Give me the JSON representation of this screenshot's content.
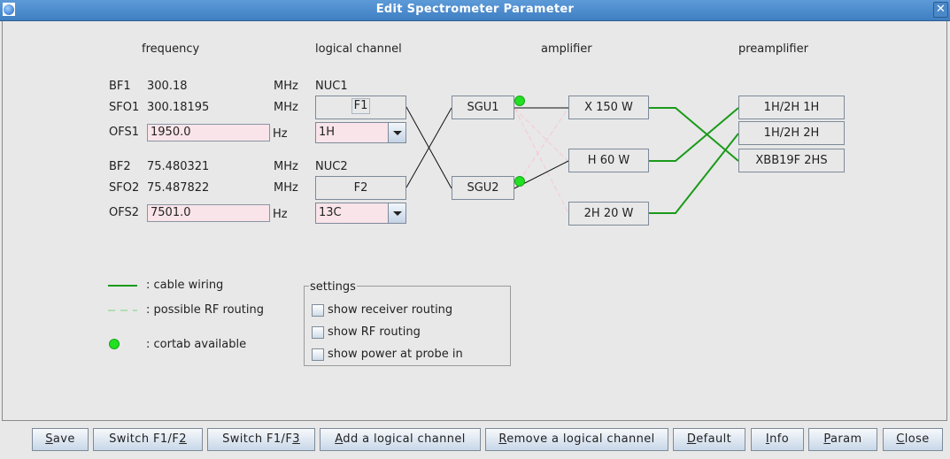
{
  "window": {
    "title": "Edit Spectrometer Parameter",
    "icon": "app-globe-icon",
    "close_icon": "close-icon"
  },
  "headers": {
    "frequency": "frequency",
    "logical_channel": "logical channel",
    "amplifier": "amplifier",
    "preamplifier": "preamplifier"
  },
  "channels": [
    {
      "bf_label": "BF1",
      "bf_value": "300.18",
      "bf_unit": "MHz",
      "sfo_label": "SFO1",
      "sfo_value": "300.18195",
      "sfo_unit": "MHz",
      "ofs_label": "OFS1",
      "ofs_value": "1950.0",
      "ofs_unit": "Hz",
      "nuc_label": "NUC1",
      "logical": "F1",
      "nucleus": "1H"
    },
    {
      "bf_label": "BF2",
      "bf_value": "75.480321",
      "bf_unit": "MHz",
      "sfo_label": "SFO2",
      "sfo_value": "75.487822",
      "sfo_unit": "MHz",
      "ofs_label": "OFS2",
      "ofs_value": "7501.0",
      "ofs_unit": "Hz",
      "nuc_label": "NUC2",
      "logical": "F2",
      "nucleus": "13C"
    }
  ],
  "sgus": [
    "SGU1",
    "SGU2"
  ],
  "amplifiers": [
    "X 150 W",
    "H 60 W",
    "2H 20 W"
  ],
  "preamplifiers": [
    "1H/2H 1H",
    "1H/2H 2H",
    "XBB19F 2HS"
  ],
  "legend": {
    "cable_wiring": ": cable wiring",
    "possible_rf_routing": ": possible RF routing",
    "cortab_available": ": cortab available"
  },
  "colors": {
    "cable": "#1a9a1a",
    "cortab": "#22e022",
    "rf_routing": "#f6c9d4",
    "field_bg": "#f9e4ea"
  },
  "settings": {
    "title": "settings",
    "options": [
      {
        "label": "show receiver routing",
        "checked": false
      },
      {
        "label": "show RF routing",
        "checked": false
      },
      {
        "label": "show power at probe in",
        "checked": false
      }
    ]
  },
  "buttons": [
    {
      "pre": "",
      "key": "S",
      "post": "ave"
    },
    {
      "pre": "Switch F1/F",
      "key": "2",
      "post": ""
    },
    {
      "pre": "Switch F1/F",
      "key": "3",
      "post": ""
    },
    {
      "pre": "",
      "key": "A",
      "post": "dd a logical channel"
    },
    {
      "pre": "",
      "key": "R",
      "post": "emove a logical channel"
    },
    {
      "pre": "",
      "key": "D",
      "post": "efault"
    },
    {
      "pre": "",
      "key": "I",
      "post": "nfo"
    },
    {
      "pre": "",
      "key": "P",
      "post": "aram"
    },
    {
      "pre": "",
      "key": "C",
      "post": "lose"
    }
  ]
}
